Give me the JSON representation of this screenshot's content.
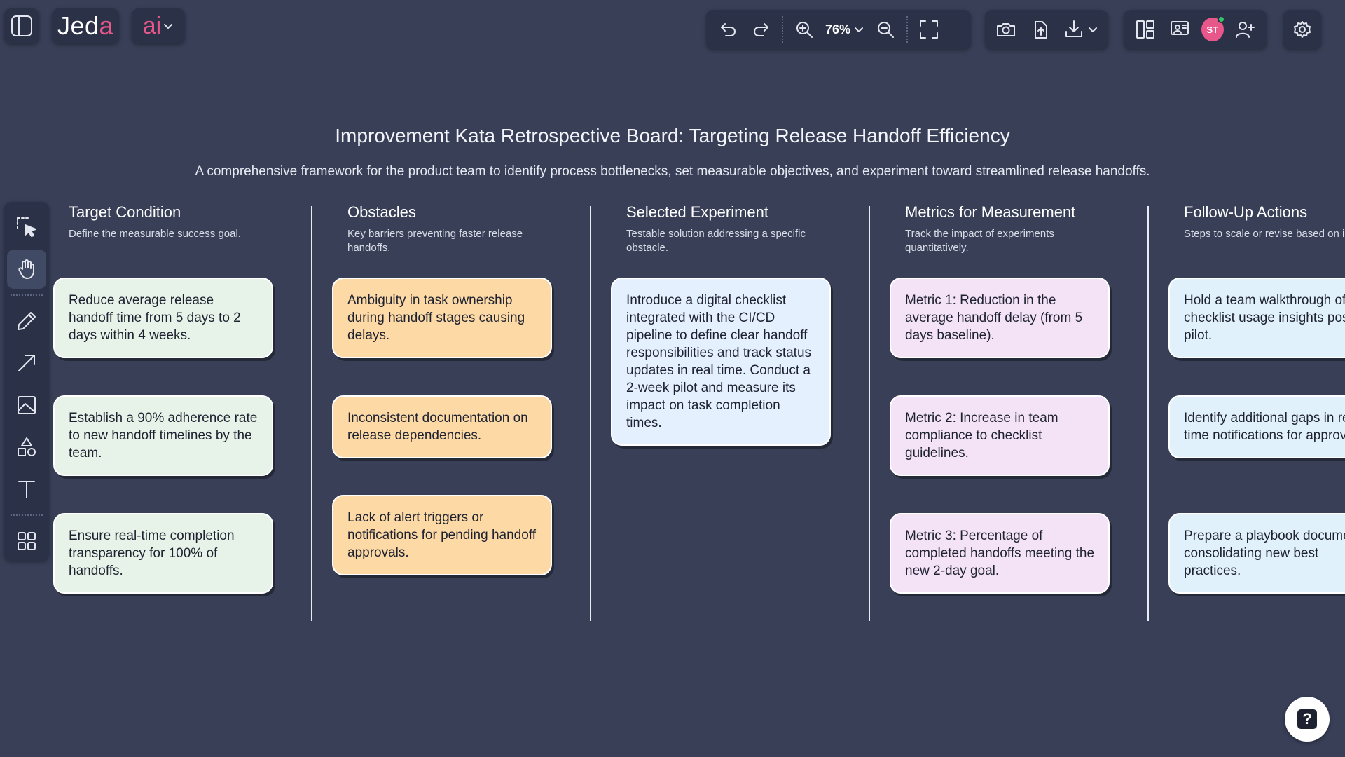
{
  "app": {
    "logo_main": "Jed",
    "logo_accent": "a",
    "ai_label": "ai"
  },
  "toolbar": {
    "zoom_level": "76%",
    "avatar_initials": "ST",
    "icons": [
      "undo-icon",
      "redo-icon",
      "zoom-in-icon",
      "zoom-out-icon",
      "fit-screen-icon",
      "camera-icon",
      "upload-icon",
      "download-icon",
      "layout-icon",
      "presentation-icon",
      "add-user-icon",
      "gear-icon"
    ]
  },
  "tools": [
    "select-icon",
    "hand-icon",
    "pencil-icon",
    "arrow-icon",
    "image-icon",
    "shapes-icon",
    "text-icon",
    "templates-icon"
  ],
  "board": {
    "title": "Improvement Kata Retrospective Board: Targeting Release Handoff Efficiency",
    "subtitle": "A comprehensive framework for the product team to identify process bottlenecks, set measurable objectives, and experiment toward streamlined release handoffs.",
    "columns": [
      {
        "heading": "Target Condition",
        "description": "Define the measurable success goal.",
        "cards": [
          "Reduce average release handoff time from 5 days to 2 days within 4 weeks.",
          "Establish a 90% adherence rate to new handoff timelines by the team.",
          "Ensure real-time completion transparency for 100% of handoffs."
        ]
      },
      {
        "heading": "Obstacles",
        "description": "Key barriers preventing faster release handoffs.",
        "cards": [
          "Ambiguity in task ownership during handoff stages causing delays.",
          "Inconsistent documentation on release dependencies.",
          "Lack of alert triggers or notifications for pending handoff approvals."
        ]
      },
      {
        "heading": "Selected Experiment",
        "description": "Testable solution addressing a specific obstacle.",
        "cards": [
          "Introduce a digital checklist integrated with the CI/CD pipeline to define clear handoff responsibilities and track status updates in real time. Conduct a 2-week pilot and measure its impact on task completion times."
        ]
      },
      {
        "heading": "Metrics for Measurement",
        "description": "Track the impact of experiments quantitatively.",
        "cards": [
          "Metric 1: Reduction in the average handoff delay (from 5 days baseline).",
          "Metric 2: Increase in team compliance to checklist guidelines.",
          "Metric 3: Percentage of completed handoffs meeting the new 2-day goal."
        ]
      },
      {
        "heading": "Follow-Up Actions",
        "description": "Steps to scale or revise based on i",
        "cards": [
          "Hold a team walkthrough of checklist usage insights post-pilot.",
          "Identify additional gaps in real-time notifications for approvals.",
          "Prepare a playbook docume consolidating new best practices."
        ]
      }
    ]
  },
  "help": {
    "glyph": "?"
  }
}
